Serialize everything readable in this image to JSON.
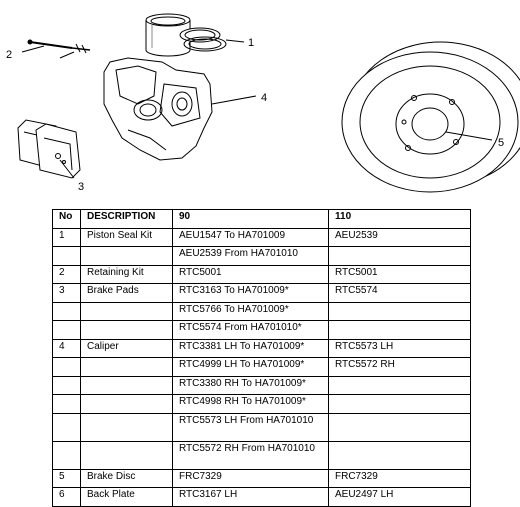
{
  "diagram": {
    "callouts": [
      "1",
      "2",
      "3",
      "4",
      "5"
    ]
  },
  "table": {
    "headers": [
      "No",
      "DESCRIPTION",
      "90",
      "110"
    ],
    "rows": [
      {
        "no": "1",
        "desc": "Piston Seal Kit",
        "v90": "AEU1547 To HA701009",
        "v110": "AEU2539"
      },
      {
        "no": "",
        "desc": "",
        "v90": "AEU2539 From HA701010",
        "v110": ""
      },
      {
        "no": "2",
        "desc": "Retaining Kit",
        "v90": "RTC5001",
        "v110": "RTC5001"
      },
      {
        "no": "3",
        "desc": "Brake Pads",
        "v90": "RTC3163 To HA701009*",
        "v110": "RTC5574"
      },
      {
        "no": "",
        "desc": "",
        "v90": "RTC5766 To HA701009*",
        "v110": ""
      },
      {
        "no": "",
        "desc": "",
        "v90": "RTC5574 From HA701010*",
        "v110": ""
      },
      {
        "no": "4",
        "desc": "Caliper",
        "v90": "RTC3381 LH To HA701009*",
        "v110": "RTC5573 LH"
      },
      {
        "no": "",
        "desc": "",
        "v90": "RTC4999 LH To HA701009*",
        "v110": "RTC5572 RH"
      },
      {
        "no": "",
        "desc": "",
        "v90": "RTC3380 RH To HA701009*",
        "v110": ""
      },
      {
        "no": "",
        "desc": "",
        "v90": "RTC4998 RH To HA701009*",
        "v110": ""
      },
      {
        "no": "",
        "desc": "",
        "v90": "RTC5573 LH From HA701010",
        "v110": ""
      },
      {
        "no": "",
        "desc": "",
        "v90": "RTC5572 RH From HA701010",
        "v110": ""
      },
      {
        "no": "5",
        "desc": "Brake Disc",
        "v90": "FRC7329",
        "v110": "FRC7329"
      },
      {
        "no": "6",
        "desc": "Back Plate",
        "v90": "RTC3167 LH",
        "v110": "AEU2497 LH"
      }
    ]
  }
}
